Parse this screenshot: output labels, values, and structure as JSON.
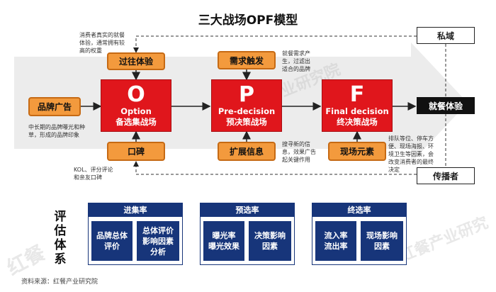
{
  "title": "三大战场OPF模型",
  "stages": [
    {
      "letter": "O",
      "en": "Option",
      "cn": "备选集战场"
    },
    {
      "letter": "P",
      "en": "Pre-decision",
      "cn": "预决策战场"
    },
    {
      "letter": "F",
      "en": "Final decision",
      "cn": "终决策战场"
    }
  ],
  "inputs": {
    "brand_ads": "品牌广告",
    "past_experience": "过往体验",
    "word_of_mouth": "口碑",
    "demand_trigger": "需求触发",
    "extended_info": "扩展信息",
    "onsite_elements": "现场元素"
  },
  "outcome": "就餐体验",
  "private_domain": "私域",
  "spreader": "传播者",
  "notes": {
    "past_experience_a": "消费者真实的就餐",
    "past_experience_b": "体验，通常拥有较",
    "past_experience_c": "高的权重",
    "brand_ads_a": "中长期的品牌曝光和种",
    "brand_ads_b": "草，形成的品牌印象",
    "word_of_mouth_a": "KOL、评分评论",
    "word_of_mouth_b": "和亲友口碑",
    "demand_trigger_a": "就餐需求产",
    "demand_trigger_b": "生，过滤出",
    "demand_trigger_c": "适合的品牌",
    "extended_info_a": "搜寻新的信",
    "extended_info_b": "息，效果广告",
    "extended_info_c": "起关键作用",
    "onsite_a": "排队等位、停车方",
    "onsite_b": "便、现场海报、环",
    "onsite_c": "境卫生等因素，会",
    "onsite_d": "改变消费者的最终",
    "onsite_e": "决定"
  },
  "evaluation": {
    "label_a": "评",
    "label_b": "估",
    "label_c": "体",
    "label_d": "系",
    "groups": [
      {
        "header": "进集率",
        "items": [
          {
            "l1": "品牌总体",
            "l2": "评价"
          },
          {
            "l1": "总体评价",
            "l2": "影响因素",
            "l3": "分析"
          }
        ]
      },
      {
        "header": "预选率",
        "items": [
          {
            "l1": "曝光率",
            "l2": "曝光效果"
          },
          {
            "l1": "决策影响",
            "l2": "因素"
          }
        ]
      },
      {
        "header": "终选率",
        "items": [
          {
            "l1": "流入率",
            "l2": "流出率"
          },
          {
            "l1": "现场影响",
            "l2": "因素"
          }
        ]
      }
    ]
  },
  "source": "资料来源：红餐产业研究院",
  "watermarks": [
    "红餐",
    "红餐产业研究院",
    "红餐产业研究"
  ],
  "colors": {
    "orange": "#f39a3d",
    "red": "#e0161c",
    "navy": "#17357a",
    "black": "#111111"
  }
}
